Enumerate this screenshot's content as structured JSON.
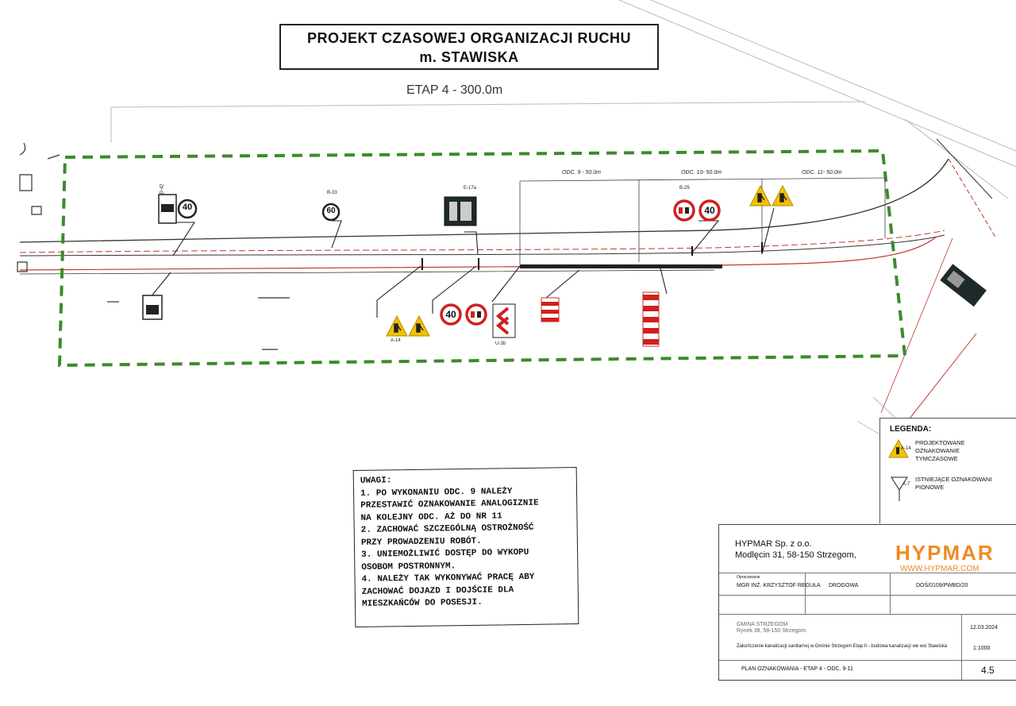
{
  "title": {
    "line1": "PROJEKT CZASOWEJ ORGANIZACJI RUCHU",
    "line2": "m. STAWISKA"
  },
  "stage_label": "ETAP 4 - 300.0m",
  "segments": [
    {
      "label": "ODC. 9 - 50.0m"
    },
    {
      "label": "ODC. 10- 50.0m"
    },
    {
      "label": "ODC. 11- 50.0m"
    }
  ],
  "signs": {
    "speed40": "40",
    "speed60": "60",
    "d42_code": "D-42",
    "b33_code": "B-33",
    "e17a_code": "E-17a",
    "b25_code": "B-25",
    "a14_code": "A-14",
    "u3b_code": "U-3b"
  },
  "notes": {
    "heading": "UWAGI:",
    "lines": [
      "1. PO WYKONANIU ODC. 9 NALEŻY",
      "PRZESTAWIĆ OZNAKOWANIE ANALOGIZNIE",
      "NA KOLEJNY ODC. AŻ DO NR 11",
      "2. ZACHOWAĆ SZCZEGÓLNĄ OSTROŻNOŚĆ",
      "PRZY PROWADZENIU ROBÓT.",
      "3. UNIEMOŻLIWIĆ DOSTĘP DO WYKOPU",
      "OSOBOM POSTRONNYM.",
      "4. NALEŻY TAK WYKONYWAĆ PRACĘ ABY",
      "ZACHOWAĆ DOJAZD I DOJŚCIE DLA",
      "MIESZKAŃCÓW DO POSESJI."
    ]
  },
  "legend": {
    "title": "LEGENDA:",
    "item1": {
      "code": "A-14",
      "line1": "PROJEKTOWANE",
      "line2": "OZNAKOWANIE",
      "line3": "TYMCZASOWE"
    },
    "item2": {
      "code": "A-7",
      "line1": "ISTNIEJĄCE OZNAKOWANI",
      "line2": "PIONOWE"
    }
  },
  "titleblock": {
    "company": "HYPMAR Sp. z o.o.",
    "address": "Modlęcin 31, 58-150 Strzegom,",
    "logo": "HYPMAR",
    "website": "WWW.HYPMAR.COM",
    "designer_label": "Opracowanie",
    "designer": "MGR INŻ. KRZYSZTOF REGUŁA",
    "specialty": "DROGOWA",
    "license": "DOŚ/0109/PWBD/20",
    "investor": "GMINA STRZEGOM",
    "investor_address": "Rynek 38, 58-150 Strzegom",
    "project": "Zakończenie kanalizacji sanitarnej w Gminie Strzegom Etap II - budowa kanalizacji we wsi Stawiska",
    "date": "12.03.2024",
    "scale": "1:1000",
    "drawing": "PLAN OZNAKOWANIA - ETAP 4 - ODC. 9-11",
    "sheet": "4.5"
  },
  "colors": {
    "zone_dash": "#3c8a2e",
    "road_red": "#c0392b",
    "warning_yellow": "#f2c200",
    "logo_orange": "#f08a24"
  }
}
